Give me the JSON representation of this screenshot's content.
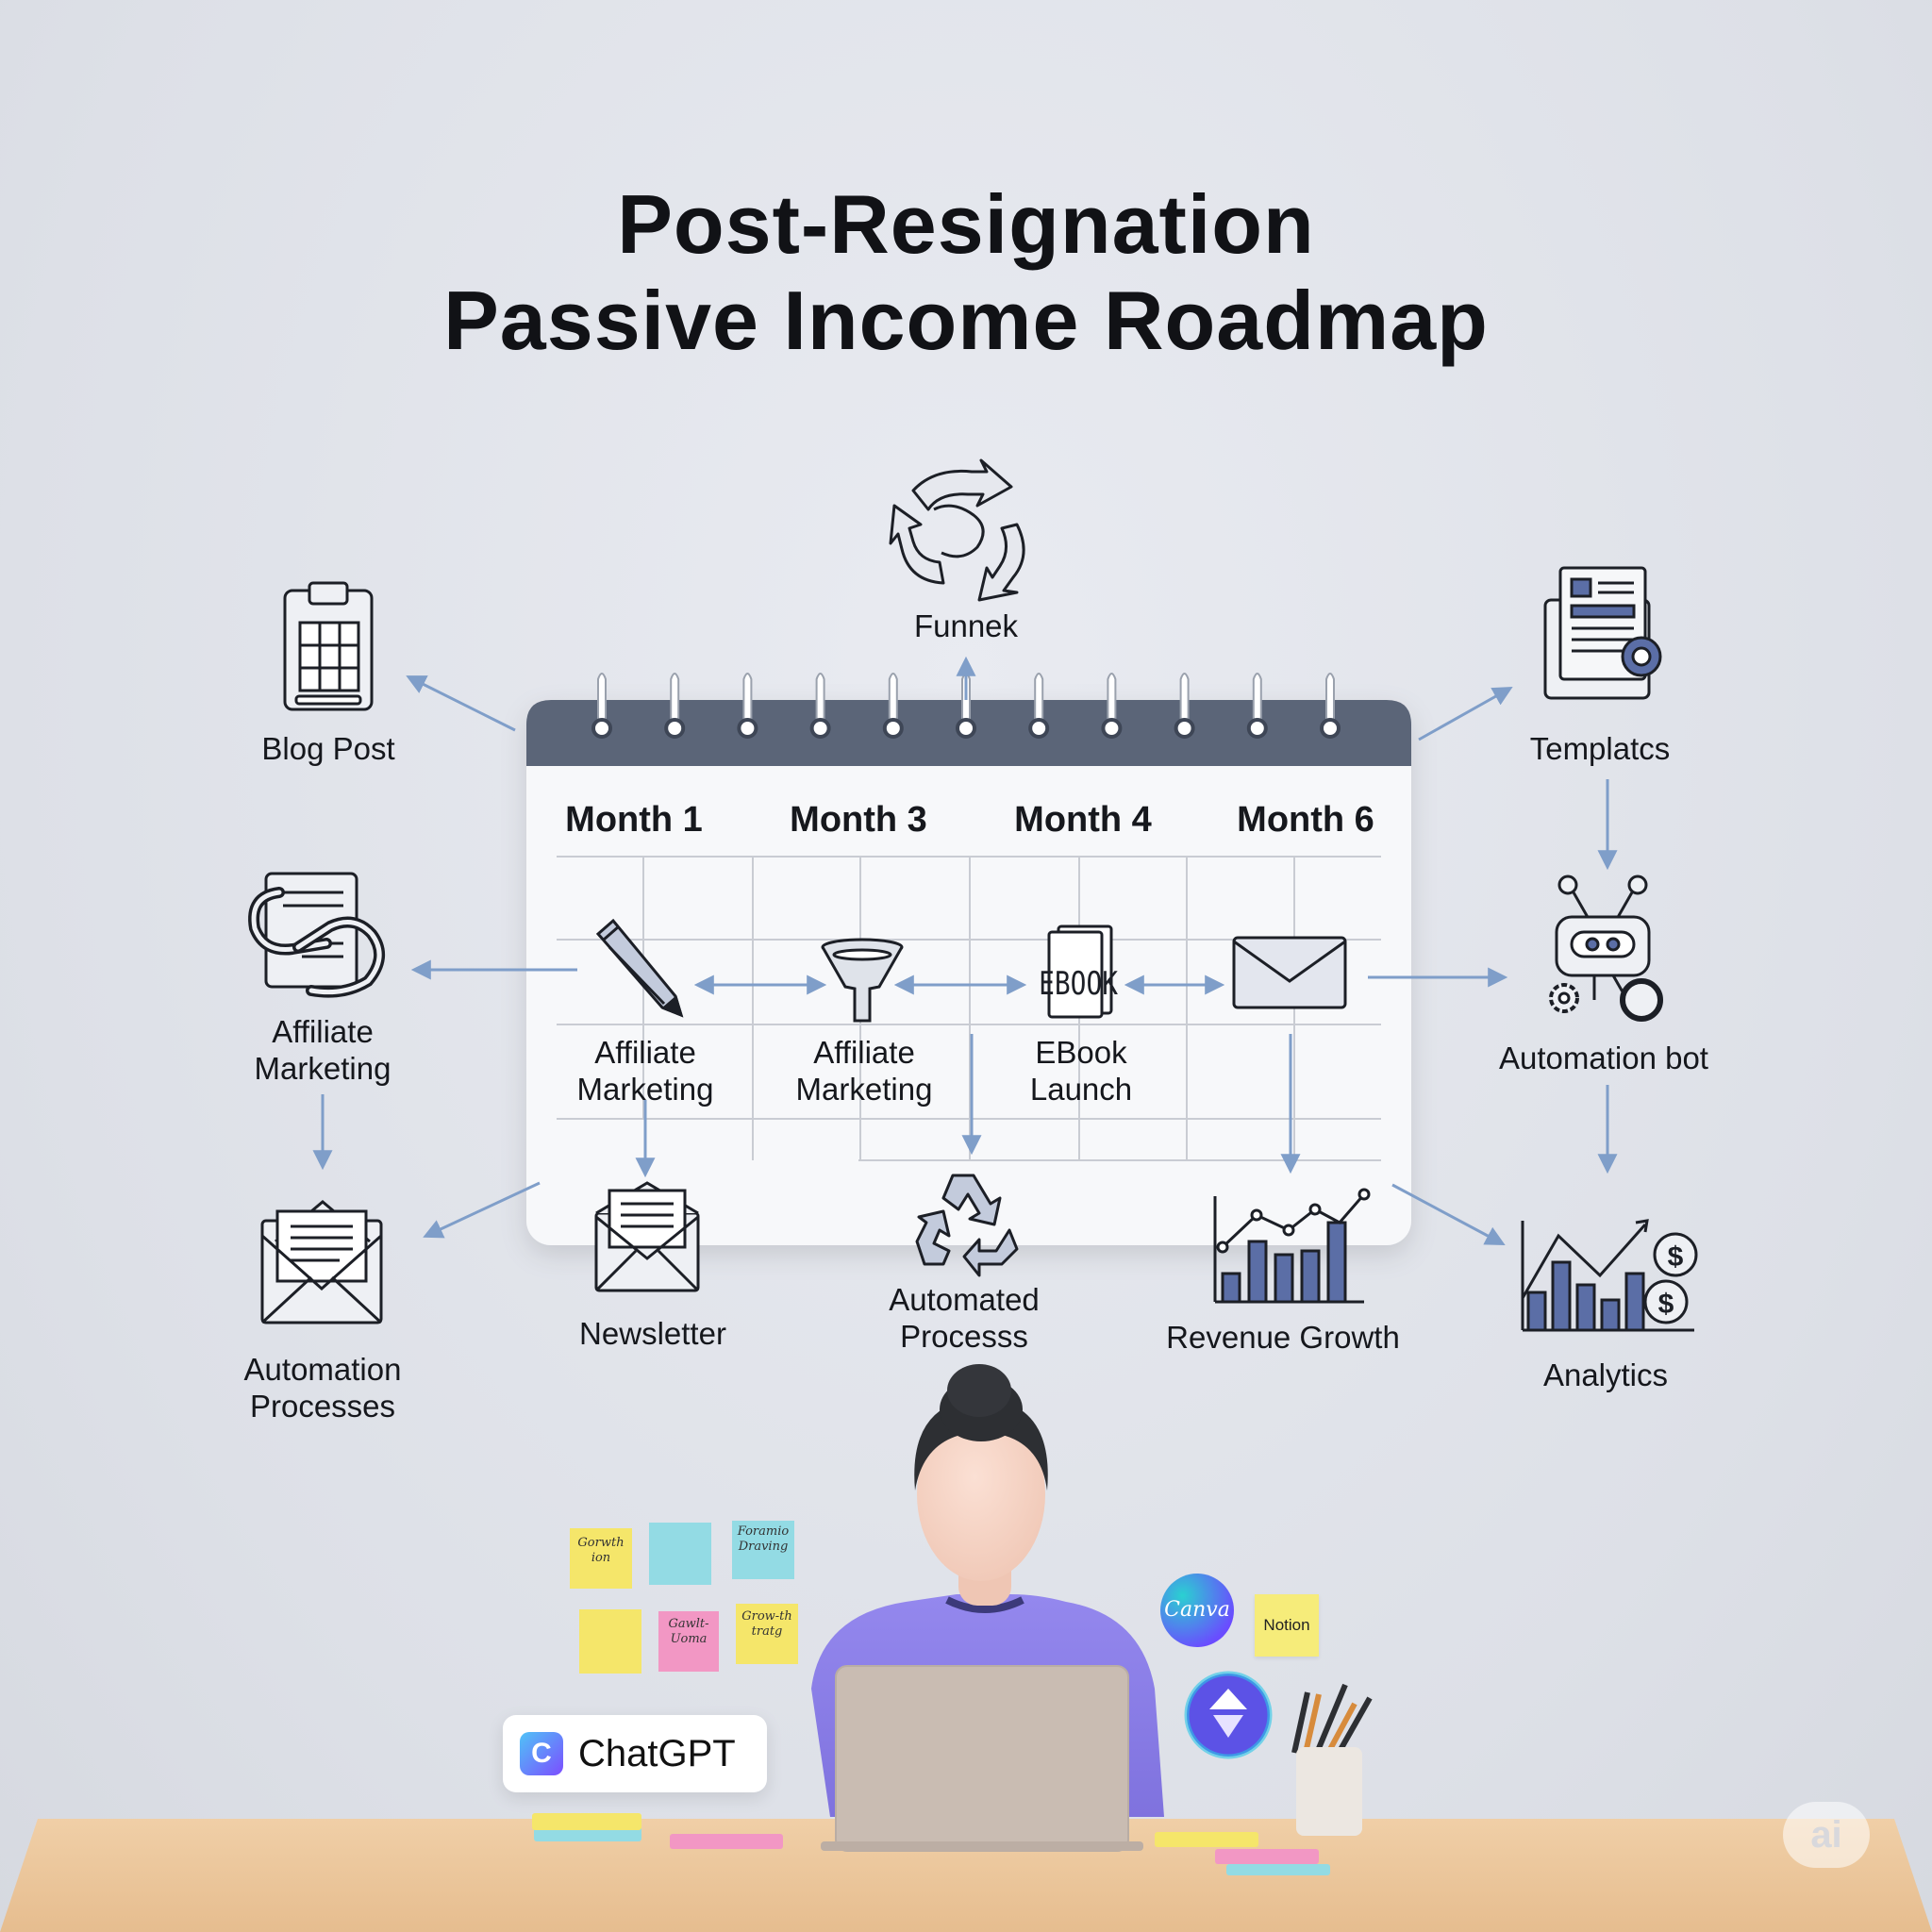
{
  "title": {
    "line1": "Post-Resignation",
    "line2": "Passive Income Roadmap"
  },
  "calendar": {
    "months": [
      "Month 1",
      "Month 3",
      "Month 4",
      "Month 6"
    ],
    "steps": [
      {
        "icon": "pencil-icon",
        "line1": "Affiliate",
        "line2": "Marketing"
      },
      {
        "icon": "funnel-icon",
        "line1": "Affiliate",
        "line2": "Marketing"
      },
      {
        "icon": "ebook-icon",
        "line1": "EBook",
        "line2": "Launch",
        "icon_text": "EBOOK"
      },
      {
        "icon": "envelope-icon",
        "line1": "",
        "line2": ""
      }
    ]
  },
  "nodes": {
    "funnel": {
      "label": "Funnek",
      "icon": "recycle-arrows-icon"
    },
    "blog_post": {
      "label": "Blog Post",
      "icon": "calendar-grid-icon"
    },
    "templates": {
      "label": "Templatcs",
      "icon": "document-template-icon"
    },
    "affiliate": {
      "line1": "Affiliate",
      "line2": "Marketing",
      "icon": "chain-link-icon"
    },
    "automation_bot": {
      "label": "Automation bot",
      "icon": "robot-icon"
    },
    "automation_processes": {
      "line1": "Automation",
      "line2": "Processes",
      "icon": "mail-letter-icon"
    },
    "newsletter": {
      "label": "Newsletter",
      "icon": "open-envelope-icon"
    },
    "automated_process": {
      "line1": "Automated",
      "line2": "Processs",
      "icon": "recycle-icon"
    },
    "revenue_growth": {
      "label": "Revenue Growth",
      "icon": "bar-line-chart-icon"
    },
    "analytics": {
      "label": "Analytics",
      "icon": "analytics-dollar-icon"
    }
  },
  "desk": {
    "chatgpt_label": "ChatGPT",
    "chatgpt_logo_letter": "C",
    "canva_label": "Canva",
    "notion_label": "Notion",
    "sticky_notes": [
      "Gorwth\nion",
      "Foramio\nDraving",
      "Gawlt-\nUoma",
      "Grow-th\ntratg"
    ],
    "watermark": "ai"
  },
  "colors": {
    "background": "#e3e6ec",
    "calendar_header": "#5b6578",
    "arrow": "#7f9ec9",
    "icon_stroke": "#1c1f26",
    "icon_fill_blue": "#5b6ea6",
    "shirt": "#8c7fe8"
  }
}
